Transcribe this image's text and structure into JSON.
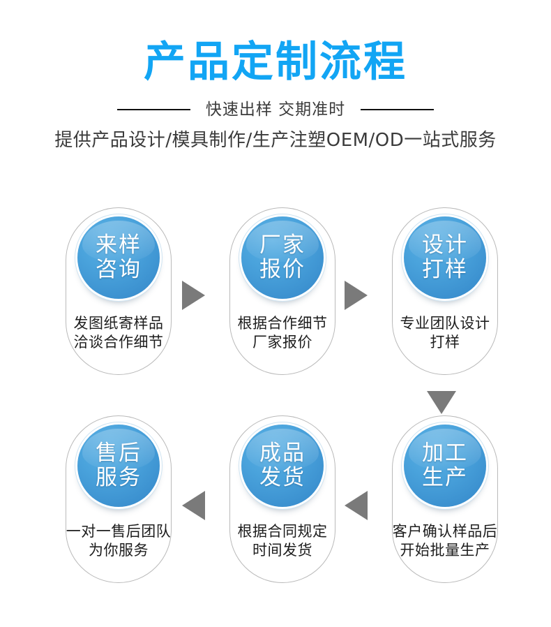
{
  "header": {
    "title": "产品定制流程",
    "subtitle": "快速出样 交期准时",
    "tagline": "提供产品设计/模具制作/生产注塑OEM/OD一站式服务",
    "title_color": "#12a5f4",
    "rule_color": "#111111"
  },
  "theme": {
    "bubble_blue": "#4aa3dc",
    "bubble_blue_dark": "#2f7cb9",
    "arrow_gray": "#7a7a7a",
    "card_border": "#b9b9b9",
    "text_color": "#1d1d1d",
    "background": "#ffffff"
  },
  "flow": {
    "top_row": [
      {
        "step": 1,
        "bubble_line1": "来样",
        "bubble_line2": "咨询",
        "caption_line1": "发图纸寄样品",
        "caption_line2": "洽谈合作细节"
      },
      {
        "step": 2,
        "bubble_line1": "厂家",
        "bubble_line2": "报价",
        "caption_line1": "根据合作细节",
        "caption_line2": "厂家报价"
      },
      {
        "step": 3,
        "bubble_line1": "设计",
        "bubble_line2": "打样",
        "caption_line1": "专业团队设计",
        "caption_line2": "打样"
      }
    ],
    "bottom_row": [
      {
        "step": 6,
        "bubble_line1": "售后",
        "bubble_line2": "服务",
        "caption_line1": "一对一售后团队",
        "caption_line2": "为你服务"
      },
      {
        "step": 5,
        "bubble_line1": "成品",
        "bubble_line2": "发货",
        "caption_line1": "根据合同规定",
        "caption_line2": "时间发货"
      },
      {
        "step": 4,
        "bubble_line1": "加工",
        "bubble_line2": "生产",
        "caption_line1": "客户确认样品后",
        "caption_line2": "开始批量生产"
      }
    ],
    "arrows": [
      {
        "id": "top-1-to-2",
        "direction": "right"
      },
      {
        "id": "top-2-to-3",
        "direction": "right"
      },
      {
        "id": "right-3-to-4",
        "direction": "down"
      },
      {
        "id": "bottom-4-to-5",
        "direction": "left"
      },
      {
        "id": "bottom-5-to-6",
        "direction": "left"
      }
    ]
  }
}
